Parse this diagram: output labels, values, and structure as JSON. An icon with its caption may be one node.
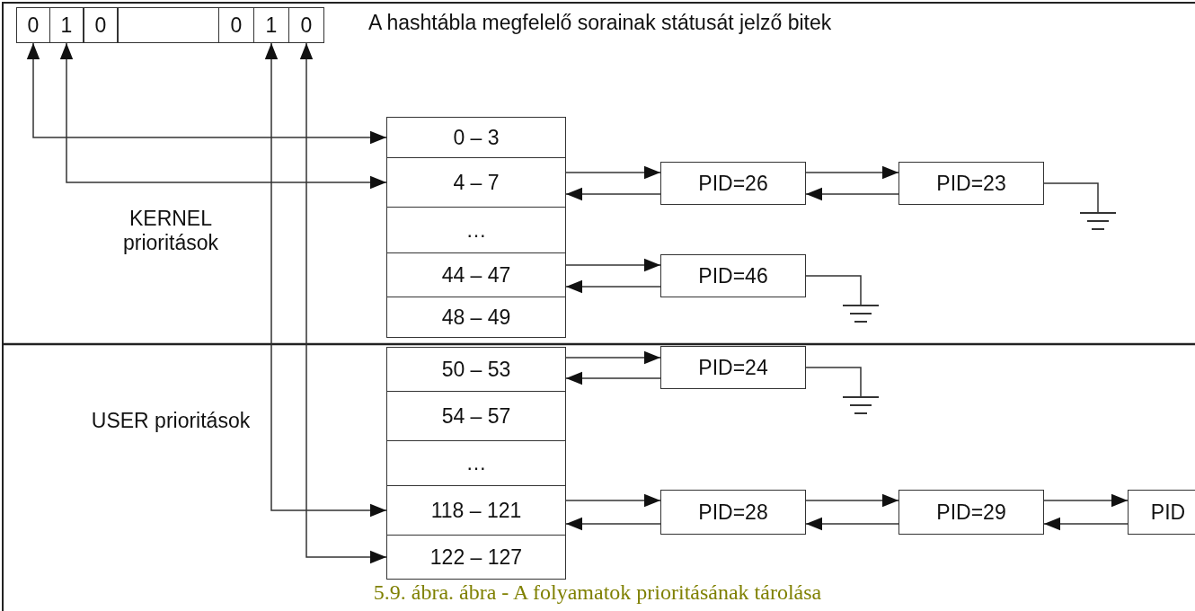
{
  "diagram": {
    "caption": "5.9. ábra. ábra - A folyamatok prioritásának tárolása",
    "nodes": [
      {
        "text": [
          "0"
        ]
      },
      {
        "text": [
          "1"
        ]
      },
      {
        "text": [
          "0"
        ]
      },
      {
        "text": [],
        "shape": "box"
      },
      {
        "text": [
          "0"
        ]
      },
      {
        "text": [
          "1"
        ]
      },
      {
        "text": [
          "0"
        ]
      },
      {
        "text": [
          "0 – 3"
        ]
      },
      {
        "text": [
          "4 – 7"
        ]
      },
      {
        "text": [
          "…"
        ]
      },
      {
        "text": [
          "44 – 47"
        ]
      },
      {
        "text": [
          "48 – 49"
        ]
      },
      {
        "text": [
          "50 – 53"
        ]
      },
      {
        "text": [
          "54 – 57"
        ]
      },
      {
        "text": [
          "…"
        ]
      },
      {
        "text": [
          "118 – 121"
        ]
      },
      {
        "text": [
          "122 – 127"
        ]
      },
      {
        "text": [
          "PID=26"
        ]
      },
      {
        "text": [
          "PID=23"
        ]
      },
      {
        "text": [],
        "shape": "ground"
      },
      {
        "text": [
          "PID=46"
        ]
      },
      {
        "text": [],
        "shape": "ground"
      },
      {
        "text": [
          "PID=24"
        ]
      },
      {
        "text": [],
        "shape": "ground"
      },
      {
        "text": [
          "PID=28"
        ]
      },
      {
        "text": [
          "PID=29"
        ]
      },
      {
        "text": [
          "PID"
        ]
      }
    ],
    "edges": [
      {
        "from": 0,
        "to": 7,
        "arrow": "both"
      },
      {
        "from": 1,
        "to": 8,
        "arrow": "both"
      },
      {
        "from": 5,
        "to": 15,
        "arrow": "both"
      },
      {
        "from": 6,
        "to": 16,
        "arrow": "both"
      },
      {
        "from": 8,
        "to": 17,
        "arrow": "to"
      },
      {
        "from": 17,
        "to": 8,
        "arrow": "to"
      },
      {
        "from": 17,
        "to": 18,
        "arrow": "to"
      },
      {
        "from": 18,
        "to": 17,
        "arrow": "to"
      },
      {
        "from": 18,
        "to": 19,
        "arrow": "none"
      },
      {
        "from": 10,
        "to": 20,
        "arrow": "to"
      },
      {
        "from": 20,
        "to": 10,
        "arrow": "to"
      },
      {
        "from": 20,
        "to": 21,
        "arrow": "none"
      },
      {
        "from": 12,
        "to": 22,
        "arrow": "to"
      },
      {
        "from": 22,
        "to": 12,
        "arrow": "to"
      },
      {
        "from": 22,
        "to": 23,
        "arrow": "none"
      },
      {
        "from": 15,
        "to": 24,
        "arrow": "to"
      },
      {
        "from": 24,
        "to": 15,
        "arrow": "to"
      },
      {
        "from": 24,
        "to": 25,
        "arrow": "to"
      },
      {
        "from": 25,
        "to": 24,
        "arrow": "to"
      },
      {
        "from": 25,
        "to": 26,
        "arrow": "to"
      },
      {
        "from": 26,
        "to": 25,
        "arrow": "to"
      }
    ],
    "labels": [
      "A hashtábla megfelelő sorainak státusát jelző bitek",
      "KERNEL prioritások",
      "USER prioritások"
    ]
  }
}
